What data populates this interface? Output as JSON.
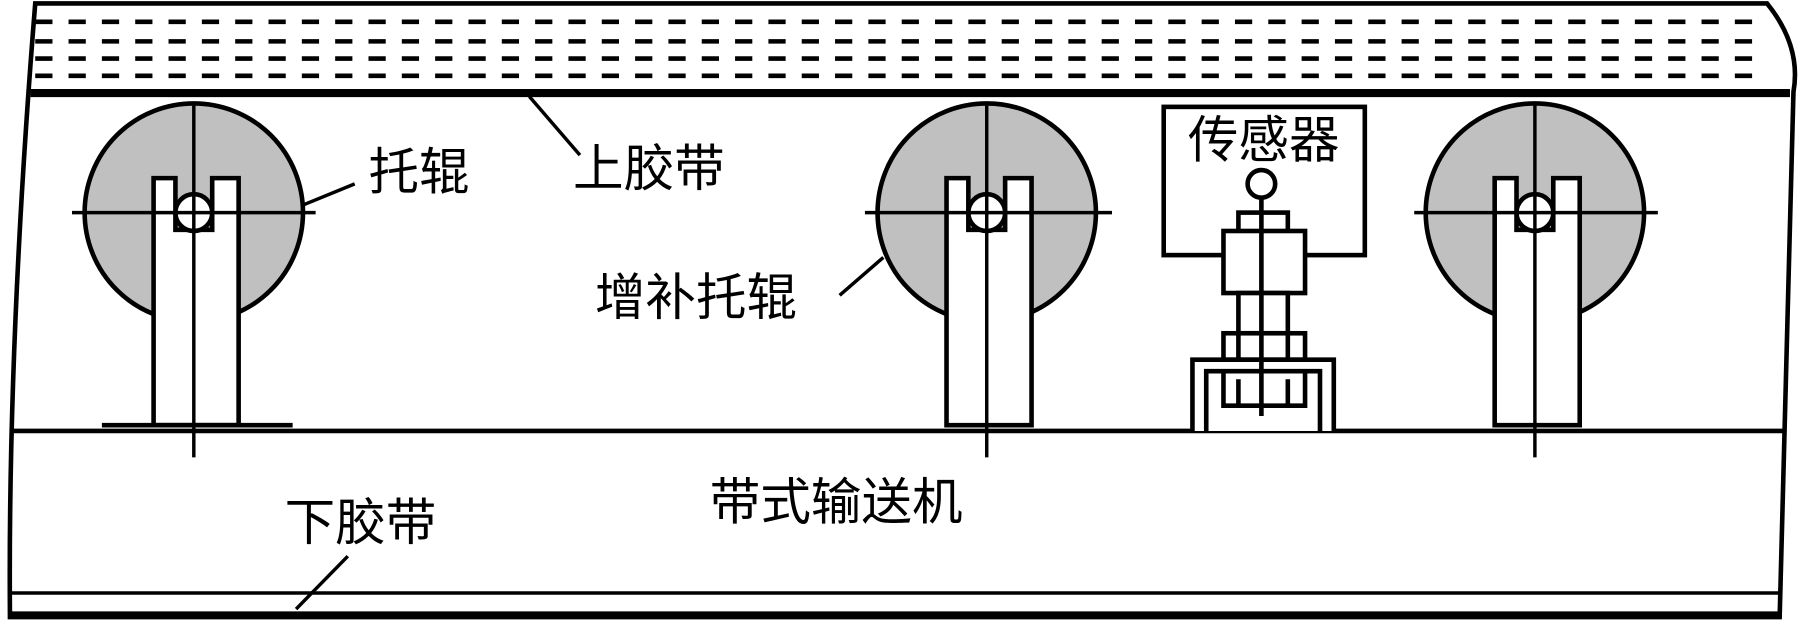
{
  "labels": {
    "roller": "托辊",
    "upper_belt": "上胶带",
    "supplementary_roller": "增补托辊",
    "sensor": "传感器",
    "conveyor": "带式输送机",
    "lower_belt": "下胶带"
  },
  "colors": {
    "roller_fill": "#c0c0c0",
    "line": "#000000"
  }
}
